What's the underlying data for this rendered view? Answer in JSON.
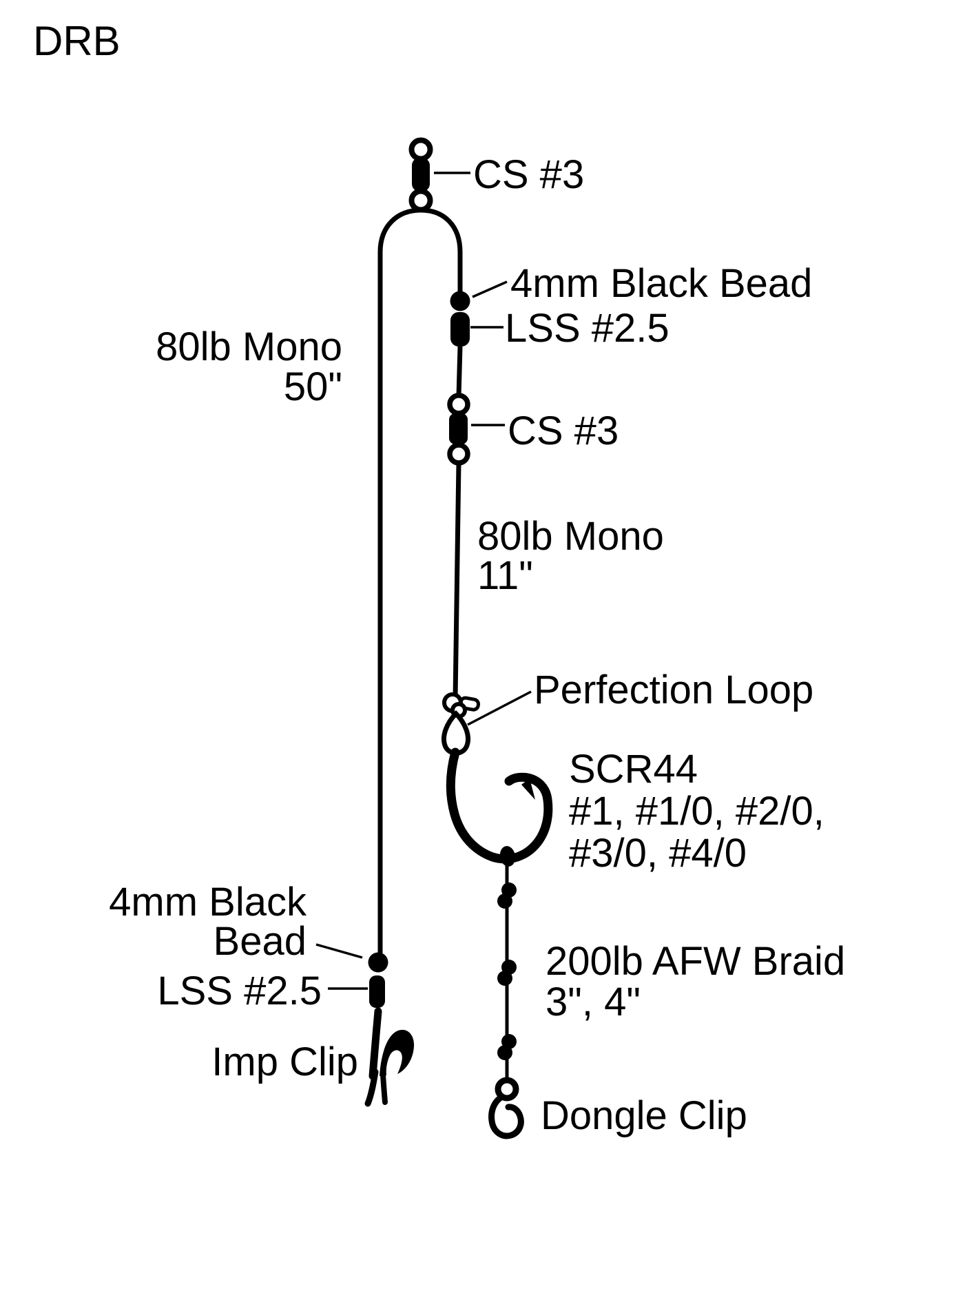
{
  "title": "DRB",
  "colors": {
    "ink": "#000000",
    "background": "#ffffff"
  },
  "labels": {
    "top_swivel": "CS #3",
    "upper_bead": "4mm Black Bead",
    "upper_snap": "LSS #2.5",
    "mid_swivel": "CS #3",
    "main_line": {
      "line1": "80lb Mono",
      "line2": "50\""
    },
    "dropper_line": {
      "line1": "80lb Mono",
      "line2": "11\""
    },
    "perfection_loop": "Perfection Loop",
    "hook": {
      "line1": "SCR44",
      "line2": "#1, #1/0, #2/0,",
      "line3": "#3/0, #4/0"
    },
    "lower_bead": {
      "line1": "4mm Black",
      "line2": "Bead"
    },
    "lower_snap": "LSS #2.5",
    "imp_clip": "Imp Clip",
    "braid": {
      "line1": "200lb AFW Braid",
      "line2": "3\", 4\""
    },
    "dongle_clip": "Dongle Clip"
  }
}
